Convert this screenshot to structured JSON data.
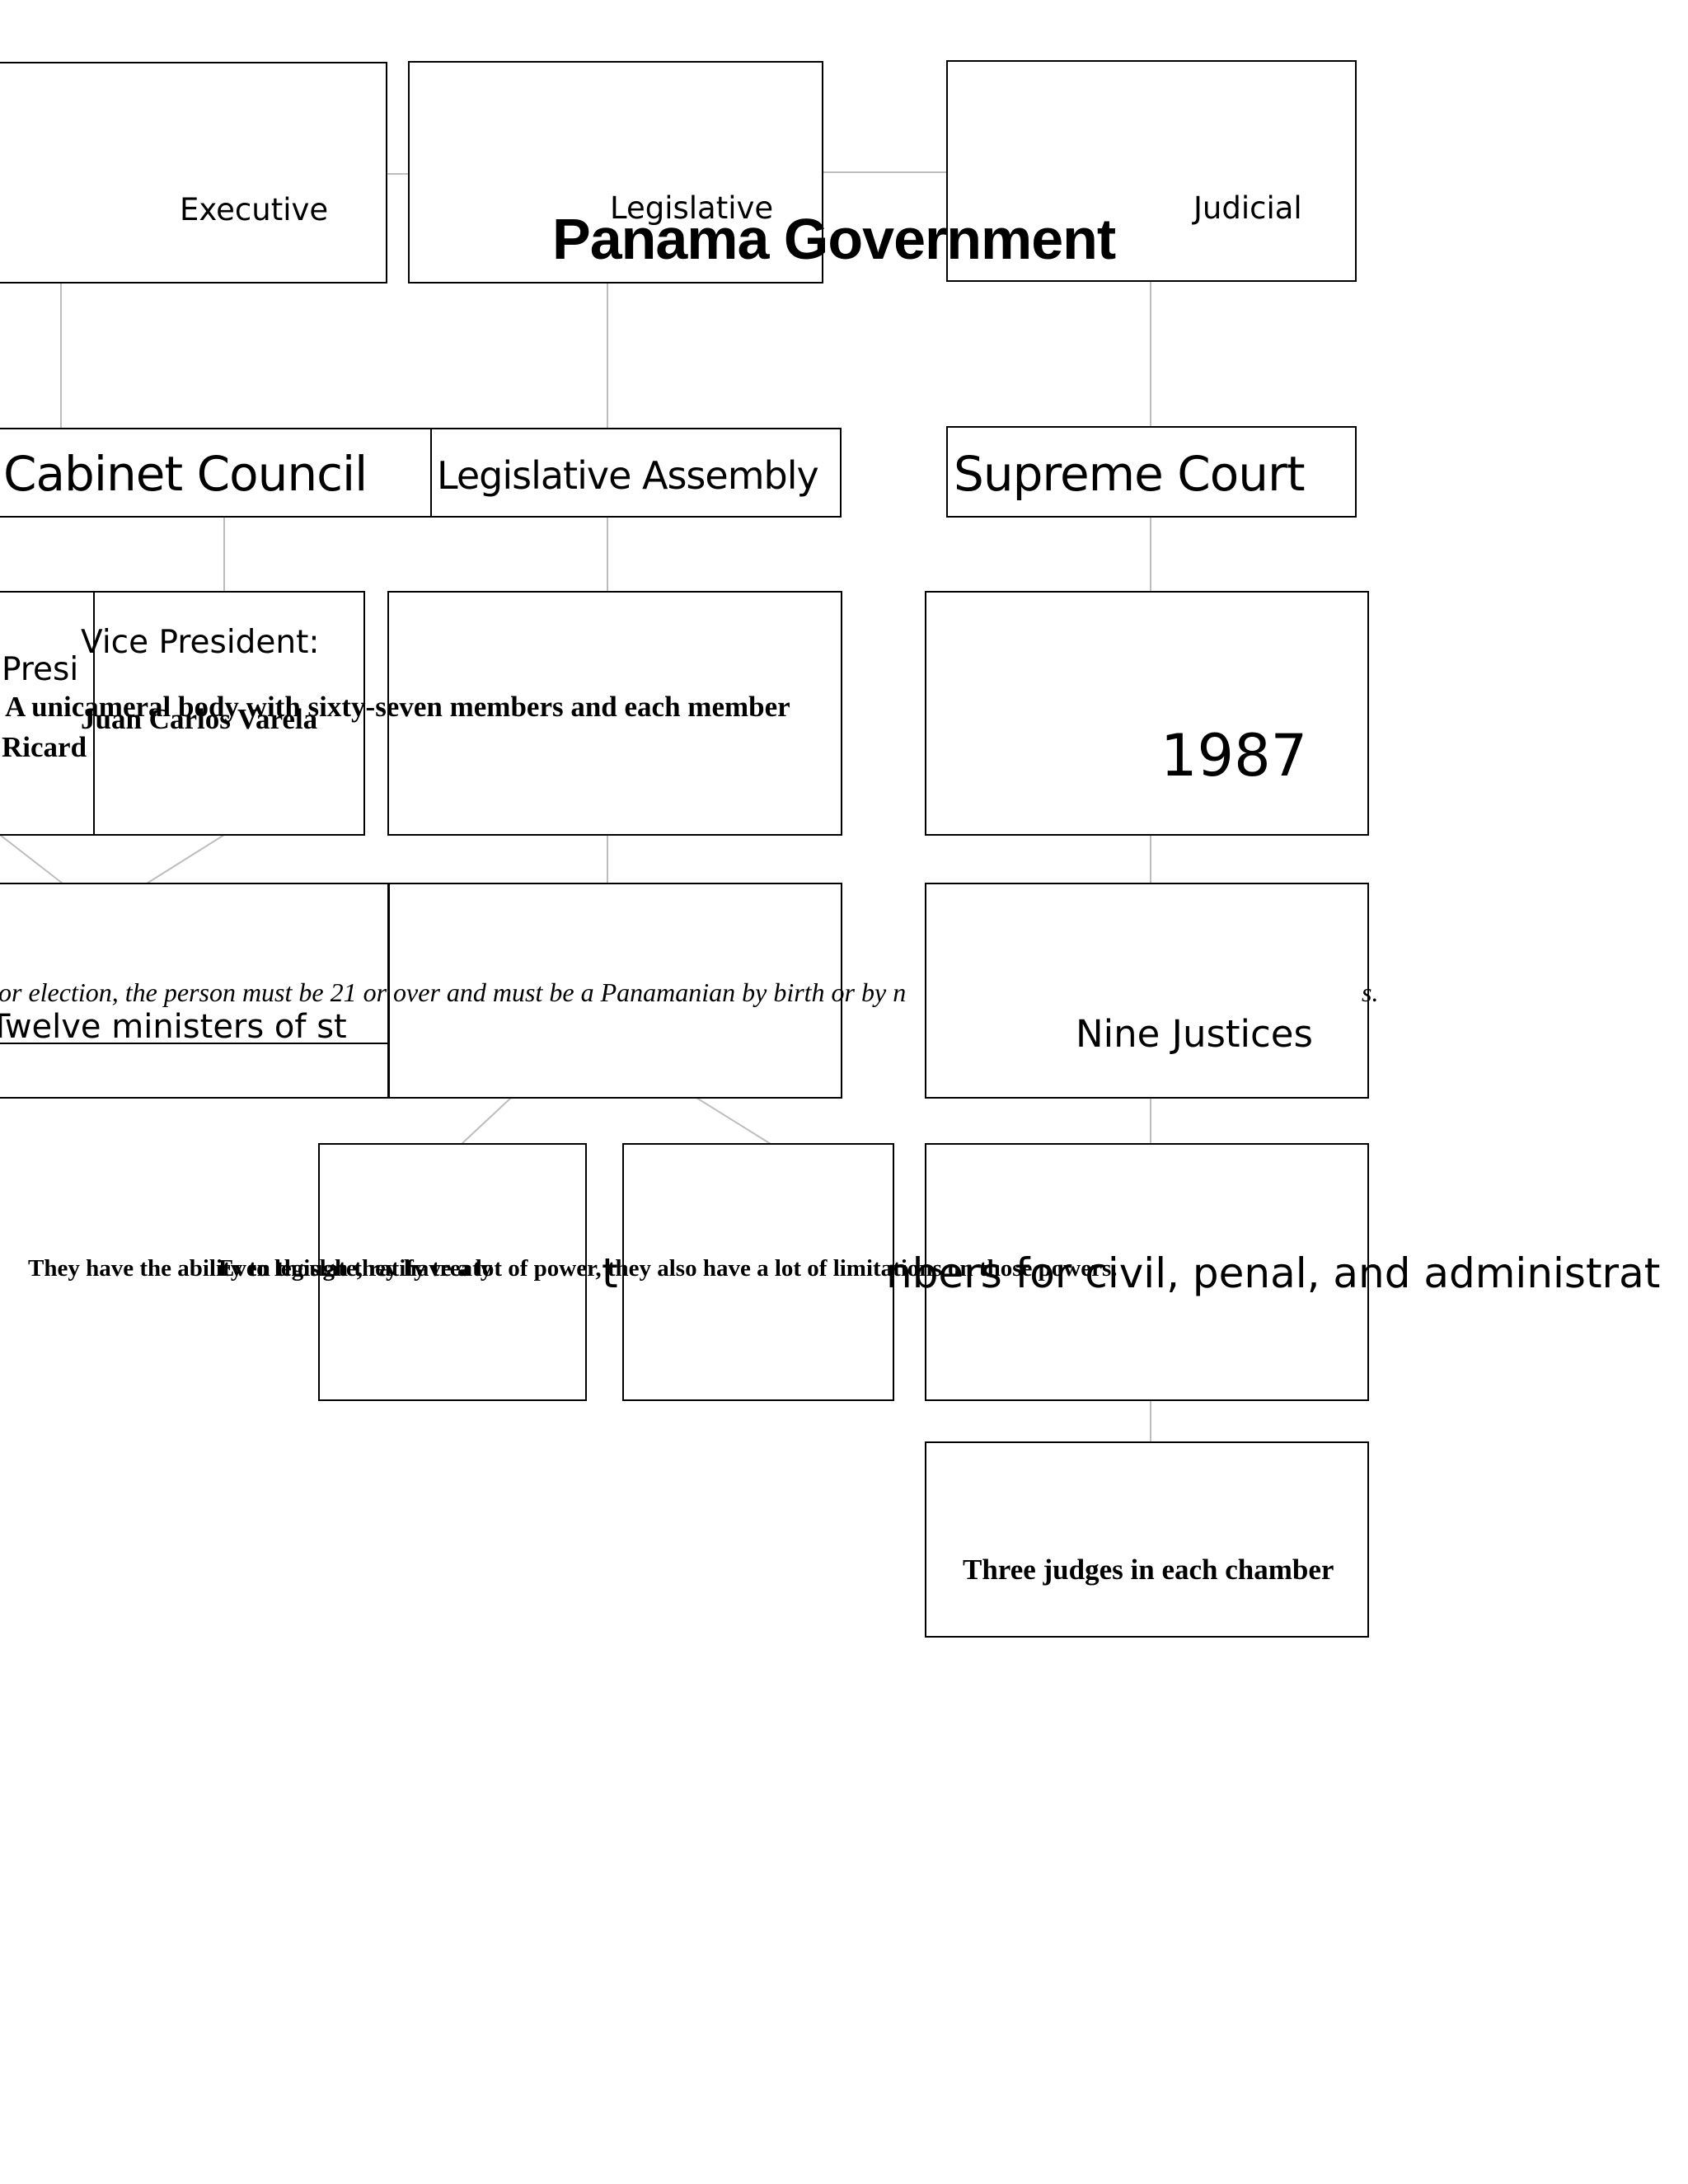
{
  "title": "Panama Government",
  "branches": {
    "executive": "Executive",
    "legislative": "Legislative",
    "judicial": "Judicial"
  },
  "bodies": {
    "cabinet": "Cabinet Council",
    "assembly": "Legislative Assembly",
    "court": "Supreme Court"
  },
  "executive": {
    "president_fragment": "Presi",
    "president_name_fragment": "Ricard",
    "vice_president": "Vice President:",
    "vice_president_name": "Juan Carlos Varela",
    "ministers_fragment": "Twelve ministers of st"
  },
  "legislative": {
    "composition": "A unicameral body with sixty-seven members and each member",
    "election_fragment": "or election, the person must be 21 or over and must be a Panamanian by birth or by n",
    "powers": "They have the ability to legislate, ratify treaty",
    "limits": "Even though they have a lot of power, they also have a lot of limitations on those powers."
  },
  "judicial": {
    "year": "1987",
    "justices": "Nine Justices",
    "election_tail": "s.",
    "chambers_fragment_a": "t",
    "chambers_fragment_b": "nbers for civil, penal, and administrat",
    "judges": "Three judges in each chamber"
  }
}
